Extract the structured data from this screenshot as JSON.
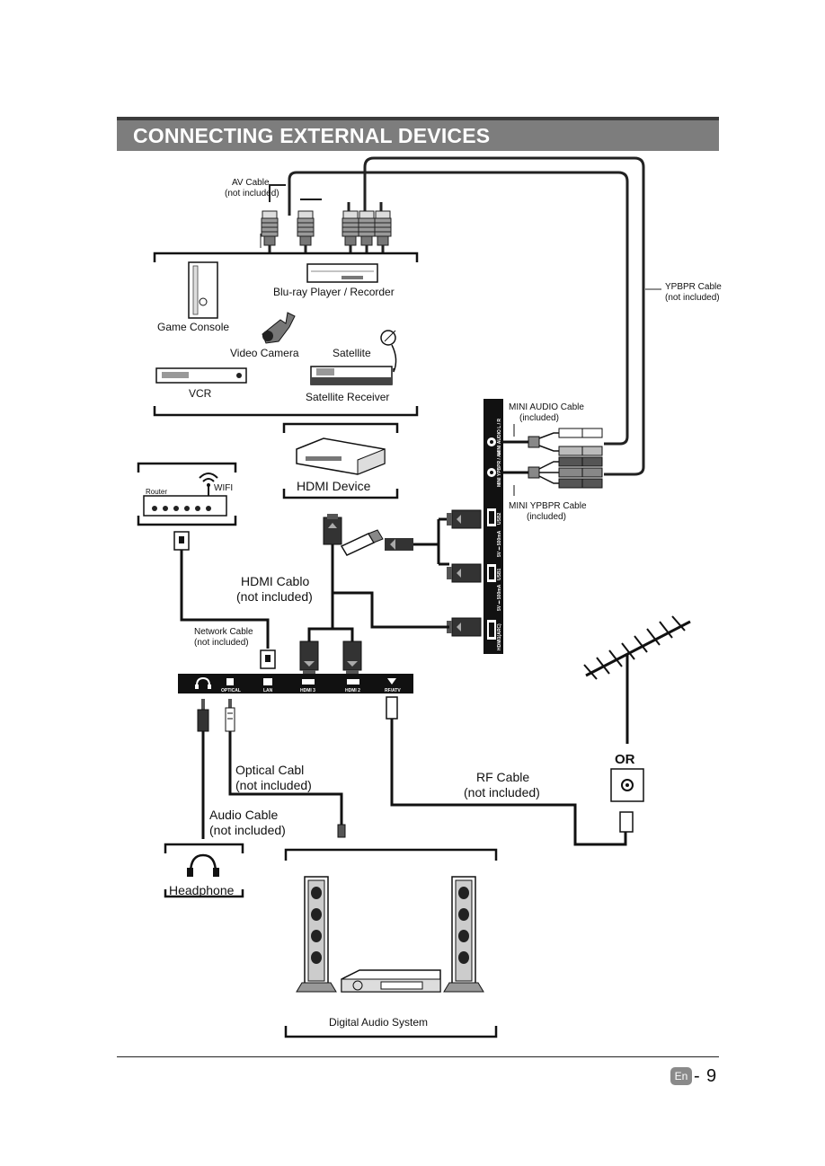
{
  "header": {
    "title": "CONNECTING EXTERNAL DEVICES"
  },
  "labels": {
    "av_cable": "AV Cable",
    "av_cable_note": "(not included)",
    "ypbpr_cable": "YPBPR Cable",
    "ypbpr_cable_note": "(not included)",
    "bluray": "Blu-ray Player / Recorder",
    "game_console": "Game Console",
    "video_camera": "Video Camera",
    "satellite": "Satellite",
    "vcr": "VCR",
    "satellite_receiver": "Satellite Receiver",
    "mini_audio_cable": "MINI AUDIO Cable",
    "mini_audio_note": "(included)",
    "mini_ypbpr_cable": "MINI YPBPR Cable",
    "mini_ypbpr_note": "(included)",
    "hdmi_device": "HDMI Device",
    "router": "Router",
    "wifi": "WIFI",
    "hdmi_cable": "HDMI Cablo",
    "hdmi_cable_note": "(not included)",
    "network_cable": "Network Cable",
    "network_cable_note": "(not included)",
    "optical_cable": "Optical Cabl",
    "optical_cable_note": "(not included)",
    "rf_cable": "RF Cable",
    "rf_cable_note": "(not included)",
    "audio_cable": "Audio Cable",
    "audio_cable_note": "(not included)",
    "or": "OR",
    "headphone": "Headphone",
    "digital_audio_system": "Digital Audio System"
  },
  "panel_ports": {
    "optical": "OPTICAL",
    "lan": "LAN",
    "hdmi3": "HDMI 3",
    "hdmi2": "HDMI 2",
    "rf": "RF/ATV"
  },
  "side_ports": {
    "mini_av": "MINI AUDIO L / R",
    "mini_ypbpr": "MINI YPBPR / AV",
    "usb2": "USB2",
    "usb2_power": "5V ⎓ 500mA",
    "usb1": "USB1",
    "usb1_power": "5V ⎓ 500mA",
    "hdmi1": "HDMI1(ARC)"
  },
  "footer": {
    "lang": "En",
    "dash": "-",
    "page": "9"
  }
}
